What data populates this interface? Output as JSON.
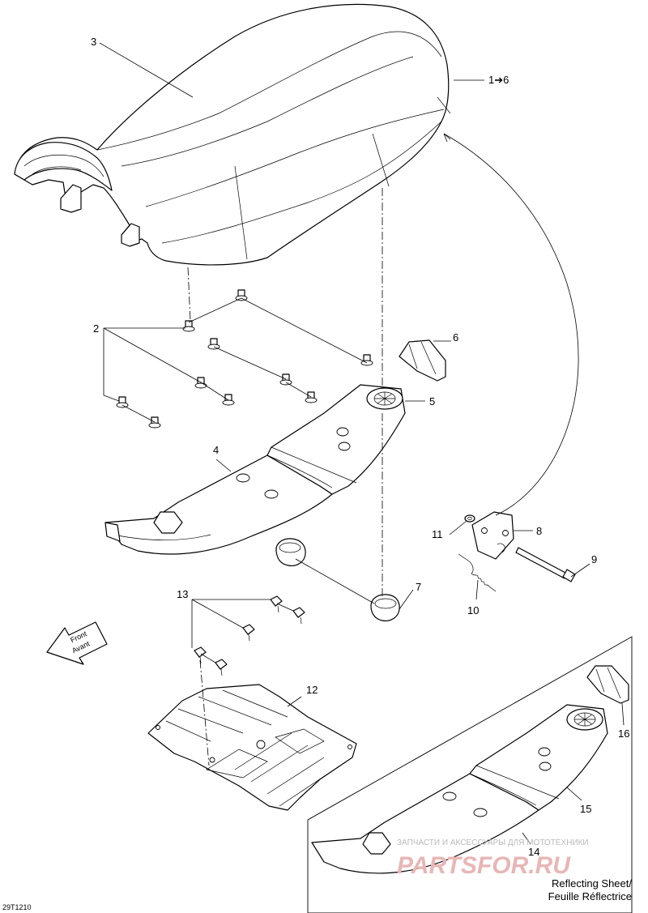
{
  "callouts": {
    "c1": "1➔6",
    "c2": "2",
    "c3": "3",
    "c4": "4",
    "c5": "5",
    "c6": "6",
    "c7": "7",
    "c8": "8",
    "c9": "9",
    "c10": "10",
    "c11": "11",
    "c12": "12",
    "c13": "13",
    "c14": "14",
    "c15": "15",
    "c16": "16"
  },
  "front_arrow": {
    "line1": "Front",
    "line2": "Avant"
  },
  "inset_caption": {
    "line1": "Reflecting Sheet/",
    "line2": "Feuille Réflectrice"
  },
  "drawing_code": "29T1210",
  "watermark": {
    "tagline": "ЗАПЧАСТИ И АКСЕССУАРЫ ДЛЯ МОТОТЕХНИКИ",
    "logo": "PARTSFOR.RU"
  }
}
